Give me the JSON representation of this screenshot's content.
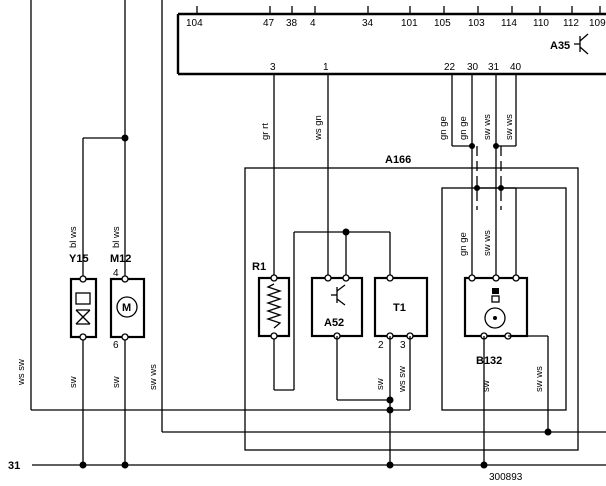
{
  "top_connector": {
    "pins": [
      "104",
      "47",
      "38",
      "4",
      "34",
      "101",
      "105",
      "103",
      "114",
      "110",
      "112",
      "109"
    ],
    "label": "A35",
    "lower_pins": [
      "3",
      "1",
      "22",
      "30",
      "31",
      "40"
    ]
  },
  "wire_colors": {
    "ws_sw_left": "ws sw",
    "bl_ws_y15": "bl ws",
    "bl_ws_m12": "bl ws",
    "sw_y15": "sw",
    "sw_m12": "sw",
    "sw_ws_mid": "sw ws",
    "gr_rt": "gr rt",
    "ws_gn": "ws gn",
    "gn_ge_22": "gn ge",
    "gn_ge_30": "gn ge",
    "sw_ws_31": "sw ws",
    "sw_ws_40": "sw ws",
    "gn_ge_inner": "gn ge",
    "sw_ws_inner": "sw ws",
    "sw_a52": "sw",
    "ws_sw_t1": "ws sw",
    "sw_b132": "sw",
    "sw_ws_b132": "sw ws"
  },
  "components": {
    "a166": "A166",
    "y15": "Y15",
    "m12": "M12",
    "r1": "R1",
    "a52": "A52",
    "t1": "T1",
    "b132": "B132",
    "m12_motor": "M"
  },
  "pins": {
    "m12_top": "4",
    "m12_bottom": "6",
    "t1_left": "2",
    "t1_right": "3"
  },
  "ground": "31",
  "drawing_number": "300893"
}
